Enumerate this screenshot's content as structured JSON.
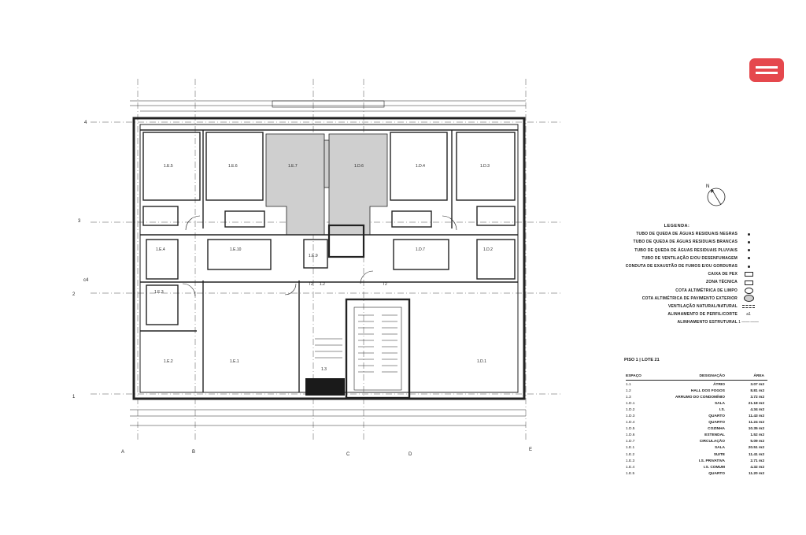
{
  "brand": {
    "logo_color": "#e5484d"
  },
  "plan": {
    "grid_columns": [
      "A",
      "B",
      "C",
      "D",
      "E"
    ],
    "grid_rows": [
      "1",
      "2",
      "3",
      "4"
    ],
    "sub_row": "c4",
    "compass_label": "N",
    "rooms": [
      {
        "id": "1.E.5"
      },
      {
        "id": "1.E.6"
      },
      {
        "id": "1.E.7"
      },
      {
        "id": "1.D.6"
      },
      {
        "id": "1.D.4"
      },
      {
        "id": "1.D.3"
      },
      {
        "id": "1.E.4"
      },
      {
        "id": "1.E.10"
      },
      {
        "id": "1.E.9"
      },
      {
        "id": "1.D.7"
      },
      {
        "id": "1.D.2"
      },
      {
        "id": "1.E.3"
      },
      {
        "id": "1.E.2"
      },
      {
        "id": "1.E.1"
      },
      {
        "id": "1.D.1"
      },
      {
        "id": "1.3"
      },
      {
        "id": "T2"
      },
      {
        "id": "1.2"
      },
      {
        "id": "T2"
      }
    ]
  },
  "legend": {
    "title": "LEGENDA:",
    "items": [
      {
        "label": "TUBO DE QUEDA DE ÁGUAS RESIDUAIS NEGRAS",
        "symbol": "dot"
      },
      {
        "label": "TUBO DE QUEDA DE ÁGUAS RESIDUAIS BRANCAS",
        "symbol": "dot"
      },
      {
        "label": "TUBO DE QUEDA DE ÁGUAS RESIDUAIS PLUVIAIS",
        "symbol": "dot"
      },
      {
        "label": "TUBO DE VENTILAÇÃO E/OU DESENFUMAGEM",
        "symbol": "dot"
      },
      {
        "label": "CONDUTA DE EXAUSTÃO DE FUMOS E/OU GORDURAS",
        "symbol": "dot"
      },
      {
        "label": "CAIXA DE PEX",
        "symbol": "rect"
      },
      {
        "label": "ZONA TÉCNICA",
        "symbol": "rect"
      },
      {
        "label": "COTA ALTIMÉTRICA DE LIMPO",
        "symbol": "ellipse"
      },
      {
        "label": "COTA ALTIMÉTRICA DE PAVIMENTO EXTERIOR",
        "symbol": "ell-fill"
      },
      {
        "label": "VENTILAÇÃO NATURAL/NATURAL",
        "symbol": "dline"
      },
      {
        "label": "ALINHAMENTO DE PERFIL/CORTE",
        "symbol": "txt",
        "text": "a1"
      },
      {
        "label": "ALINHAMENTO ESTRUTURAL",
        "symbol": "txt",
        "text": "1 ——·——"
      }
    ]
  },
  "areas": {
    "title": "PISO 1  |  LOTE 21",
    "headers": [
      "ESPAÇO",
      "DESIGNAÇÃO",
      "ÁREA"
    ],
    "rows": [
      {
        "code": "1.1",
        "name": "ÁTRIO",
        "area": "3.07 m2"
      },
      {
        "code": "1.2",
        "name": "HALL DOS FOGOS",
        "area": "8.81 m2"
      },
      {
        "code": "1.3",
        "name": "ARRUMO DO CONDOMÍNIO",
        "area": "3.72 m2"
      },
      {
        "code": "1.D.1",
        "name": "SALA",
        "area": "21.18 m2"
      },
      {
        "code": "1.D.2",
        "name": "I.S.",
        "area": "4.34 m2"
      },
      {
        "code": "1.D.3",
        "name": "QUARTO",
        "area": "11.43 m2"
      },
      {
        "code": "1.D.4",
        "name": "QUARTO",
        "area": "11.24 m2"
      },
      {
        "code": "1.D.5",
        "name": "COZINHA",
        "area": "10.35 m2"
      },
      {
        "code": "1.D.6",
        "name": "ESTENDAL",
        "area": "1.52 m2"
      },
      {
        "code": "1.D.7",
        "name": "CIRCULAÇÃO",
        "area": "5.09 m2"
      },
      {
        "code": "1.E.1",
        "name": "SALA",
        "area": "20.51 m2"
      },
      {
        "code": "1.E.2",
        "name": "SUITE",
        "area": "11.41 m2"
      },
      {
        "code": "1.E.3",
        "name": "I.S. PRIVATIVA",
        "area": "2.71 m2"
      },
      {
        "code": "1.E.4",
        "name": "I.S. COMUM",
        "area": "4.32 m2"
      },
      {
        "code": "1.E.5",
        "name": "QUARTO",
        "area": "11.20 m2"
      }
    ]
  }
}
